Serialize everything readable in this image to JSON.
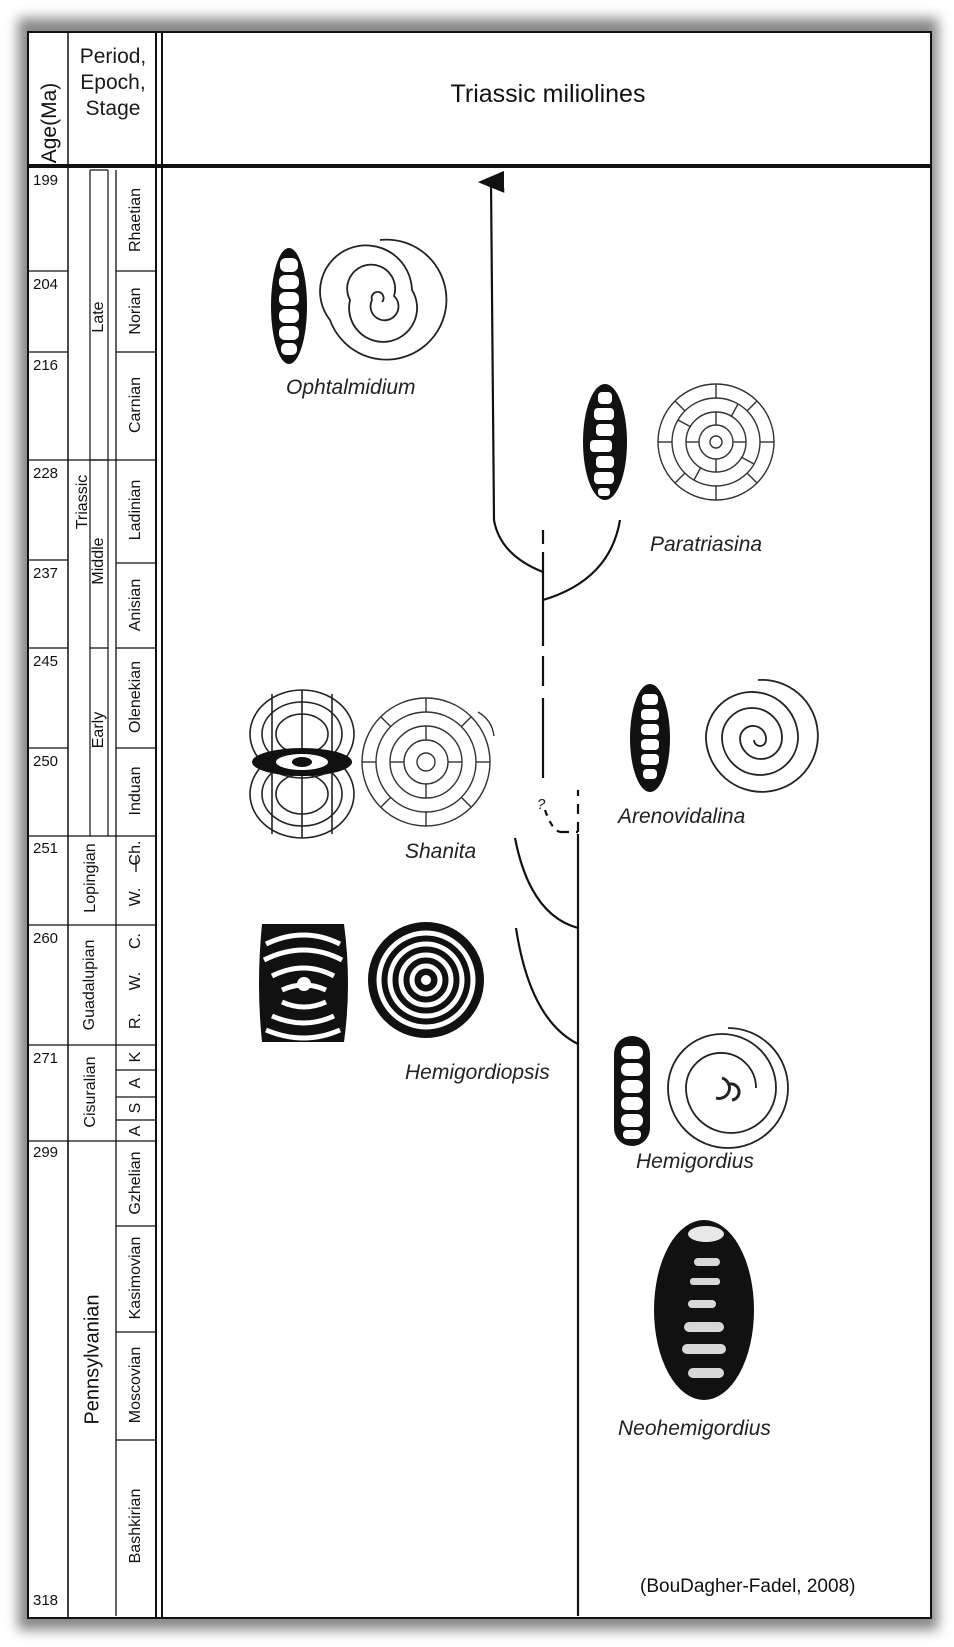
{
  "title": "Triassic miliolines",
  "header": {
    "age_label": "Age(Ma)",
    "period_label_lines": [
      "Period,",
      "Epoch,",
      "Stage"
    ]
  },
  "ages": [
    "199",
    "204",
    "216",
    "228",
    "237",
    "245",
    "250",
    "251",
    "260",
    "271",
    "299",
    "318"
  ],
  "periods": {
    "triassic": "Triassic",
    "pennsylvanian": "Pennsylvanian"
  },
  "epochs": {
    "late": "Late",
    "middle": "Middle",
    "early": "Early",
    "lopingian": "Lopingian",
    "guadalupian": "Guadalupian",
    "cisuralian": "Cisuralian"
  },
  "stages": {
    "rhaetian": "Rhaetian",
    "norian": "Norian",
    "carnian": "Carnian",
    "ladinian": "Ladinian",
    "anisian": "Anisian",
    "olenekian": "Olenekian",
    "induan": "Induan",
    "ch": "Ch.",
    "w1": "W.",
    "c": "C.",
    "w2": "W.",
    "r": "R.",
    "k": "K",
    "a1": "A",
    "s": "S",
    "a2": "A",
    "gzhelian": "Gzhelian",
    "kasimovian": "Kasimovian",
    "moscovian": "Moscovian",
    "bashkirian": "Bashkirian"
  },
  "genera": {
    "ophtalmidium": "Ophtalmidium",
    "paratriasina": "Paratriasina",
    "shanita": "Shanita",
    "arenovidalina": "Arenovidalina",
    "hemigordiopsis": "Hemigordiopsis",
    "hemigordius": "Hemigordius",
    "neohemigordius": "Neohemigordius"
  },
  "question_mark": "?",
  "credit": "(BouDagher-Fadel, 2008)"
}
